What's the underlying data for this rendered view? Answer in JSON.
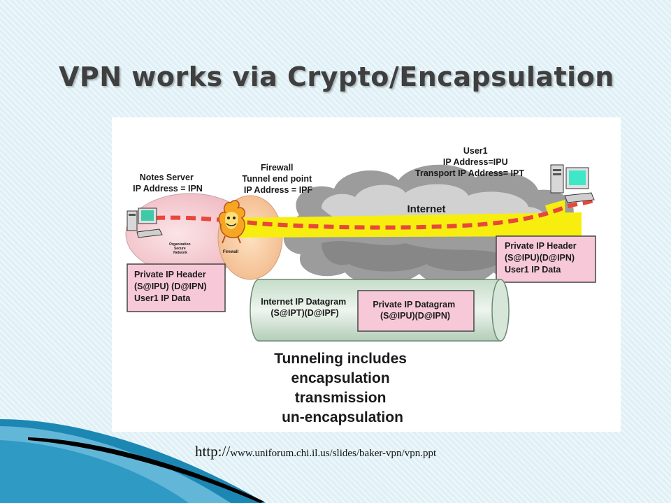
{
  "slide": {
    "title": "VPN works via Crypto/Encapsulation",
    "source_prefix": "http://",
    "source_url": "www.uniforum.chi.il.us/slides/baker-vpn/vpn.ppt"
  },
  "diagram": {
    "notes_server": [
      "Notes Server",
      "IP Address = IPN"
    ],
    "firewall": [
      "Firewall",
      "Tunnel end point",
      "IP Address = IPF"
    ],
    "user1": [
      "User1",
      "IP Address=IPU",
      "Transport  IP Address= IPT"
    ],
    "internet_label": "Internet",
    "org_network": [
      "Organization",
      "Secure",
      "Network"
    ],
    "firewall_mascot_label": "Firewall",
    "private_header_left": [
      "Private IP Header",
      "(S@IPU) (D@IPN)",
      "User1 IP Data"
    ],
    "private_header_right": [
      "Private IP Header",
      "(S@IPU)(D@IPN)",
      "User1 IP Data"
    ],
    "internet_datagram": [
      "Internet IP Datagram",
      "(S@IPT)(D@IPF)"
    ],
    "private_datagram": [
      "Private IP Datagram",
      "(S@IPU)(D@IPN)"
    ],
    "tunneling": [
      "Tunneling includes",
      "encapsulation",
      "transmission",
      "un-encapsulation"
    ]
  },
  "colors": {
    "title": "#3f3f3f",
    "tunnel_yellow": "#f7ee10",
    "tunnel_dash": "#e8473a",
    "pink_box": "#f7c9d8",
    "cloud": "#9a9a9a",
    "org_ellipse": "#f3c9cf"
  },
  "icons": [
    "computer-icon",
    "firewall-mascot-icon",
    "cloud-icon"
  ]
}
